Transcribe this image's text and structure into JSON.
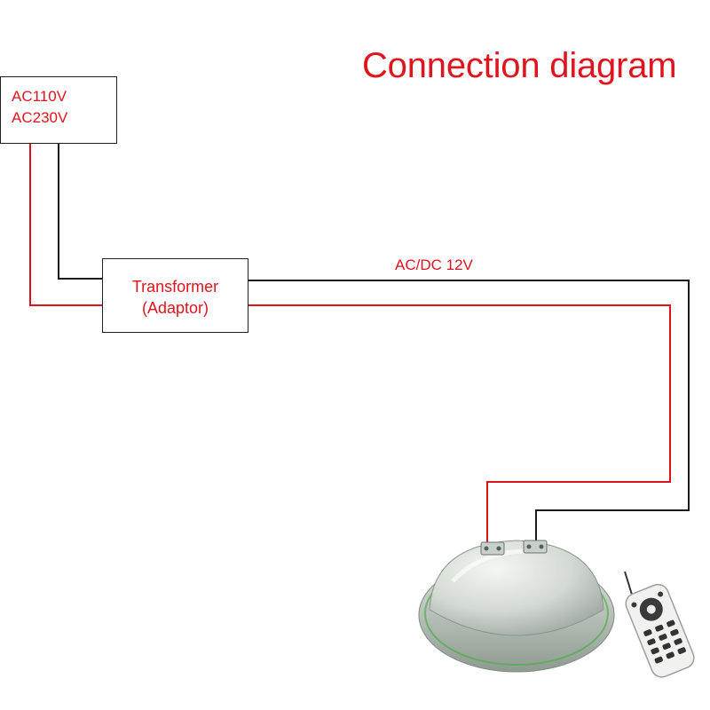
{
  "title": "Connection diagram",
  "power_source": {
    "line1": "AC110V",
    "line2": "AC230V"
  },
  "transformer": {
    "line1": "Transformer",
    "line2": "(Adaptor)"
  },
  "output_label": "AC/DC 12V",
  "devices": {
    "lamp_icon": "pool-light-icon",
    "remote_icon": "remote-control-icon"
  },
  "colors": {
    "label_red": "#e0141e",
    "wire_red": "#d9141c",
    "wire_black": "#1a1a1a"
  }
}
